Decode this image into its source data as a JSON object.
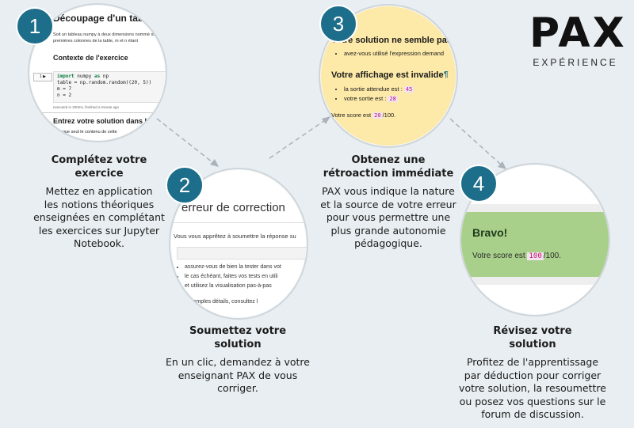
{
  "logo": {
    "main": "PAX",
    "sub": "EXPÉRIENCE"
  },
  "steps": [
    {
      "number": "1",
      "title_lines": [
        "Complétez votre",
        "exercice"
      ],
      "desc_lines": [
        "Mettez en application",
        "les notions théoriques",
        "enseignées en complétant",
        "les exercices sur Jupyter",
        "Notebook."
      ],
      "screen": {
        "title": "Découpage d'un tablea",
        "intro": "Soit un tableau numpy à deux dimensions nommé des premières colonnes de la table, m et n étant",
        "section": "Contexte de l'exercice",
        "run_label": "1 ▶",
        "code_lines": [
          "import numpy as np",
          "table = np.random.random((20, 5))",
          "m = 7",
          "n = 2"
        ],
        "exec_note": "executed in 200ms, finished a minute ago",
        "section2": "Entrez votre solution dans l",
        "note": "bien que seul le contenu de cette"
      }
    },
    {
      "number": "2",
      "title_lines": [
        "Soumettez votre",
        "solution"
      ],
      "desc_lines": [
        "En un clic, demandez à votre",
        "enseignant PAX de vous",
        "corriger."
      ],
      "screen": {
        "title": "erreur de correction",
        "intro": "Vous vous apprêtez à soumettre la réponse su",
        "bullets": [
          "assurez-vous de bien la tester dans vot",
          "le cas échéant, faites vos tests en utili",
          "et utilisez la visualisation pas-à-pas"
        ],
        "footer": "de plus amples détails, consultez l"
      }
    },
    {
      "number": "3",
      "title_lines": [
        "Obtenez une",
        "rétroaction immédiate"
      ],
      "desc_lines": [
        "PAX vous indique la nature",
        "et la source de votre erreur",
        "pour vous permettre une",
        "plus grande autonomie",
        "pédagogique."
      ],
      "screen": {
        "title1": "Votre solution ne semble pas",
        "bullet1": "avez-vous utilisé l'expression demand",
        "title2": "Votre affichage est invalide",
        "pilcrow": "¶",
        "expected_label": "la sortie attendue est :",
        "expected_value": "45",
        "yours_label": "votre sortie est :",
        "yours_value": "28",
        "score_label": "Votre score est",
        "score_value": "20",
        "score_max": "/100."
      }
    },
    {
      "number": "4",
      "title_lines": [
        "Révisez votre",
        "solution"
      ],
      "desc_lines": [
        "Profitez de l'apprentissage",
        "par déduction pour corriger",
        "votre solution, la resoumettre",
        "ou posez vos questions sur le",
        "forum de discussion."
      ],
      "screen": {
        "title": "Bravo!",
        "score_label": "Votre score est",
        "score_value": "100",
        "score_max": "/100."
      }
    }
  ],
  "colors": {
    "badge": "#1d6e8a",
    "background": "#e8eef2",
    "feedback_yellow": "#fde9a8",
    "success_green": "#a8d08a"
  }
}
